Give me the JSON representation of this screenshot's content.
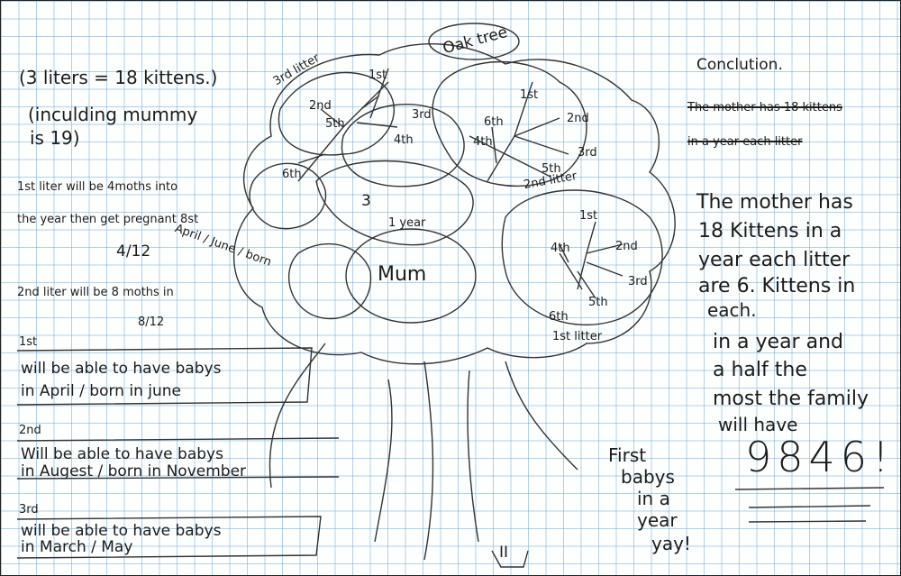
{
  "left_notes": {
    "litters_total": "(3 liters = 18 kittens.)",
    "including_1": "(inculding mummy",
    "including_2": "is 19)",
    "first_litter_1": "1st liter will be 4moths into",
    "first_litter_2": "the year then get pregnant 8st",
    "first_fraction": "4/12",
    "second_litter": "2nd liter will be 8 moths in",
    "second_fraction": "8/12",
    "box1_tag": "1st",
    "box1_line1": "will be able to have babys",
    "box1_line2": "in April / born in june",
    "box2_tag": "2nd",
    "box2_line1": "Will be able to have babys",
    "box2_line2": "in Augest / born in November",
    "box3_tag": "3rd",
    "box3_line1": "will be able to have babys",
    "box3_line2": "in March / May"
  },
  "tree": {
    "oak_label": "Oak tree",
    "mum": "Mum",
    "one_year": "1 year",
    "three": "3",
    "april_june": "April / June / born",
    "litter3": "3rd litter",
    "litter2": "2nd litter",
    "litter1": "1st litter",
    "k1st": "1st",
    "k2nd": "2nd",
    "k3rd": "3rd",
    "k4th": "4th",
    "k5th": "5th",
    "k6th": "6th",
    "first_babys_1": "First",
    "first_babys_2": "babys",
    "first_babys_3": "in a",
    "first_babys_4": "year",
    "first_babys_5": "yay!",
    "trunk_mark": "II"
  },
  "conclusion": {
    "heading": "Conclution.",
    "crossed_1": "The mother has 18 kittens",
    "crossed_2": "in a year each litter",
    "line1": "The mother has",
    "line2": "18 Kittens in a",
    "line3": "year each litter",
    "line4": "are 6. Kittens in",
    "line5": "each.",
    "line6": "in a year and",
    "line7": "a half the",
    "line8": "most the family",
    "line9": "will have",
    "total": "9846!"
  }
}
